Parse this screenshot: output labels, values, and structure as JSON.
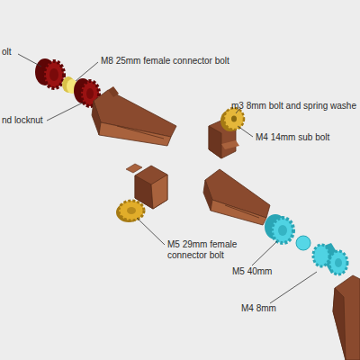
{
  "diagram": {
    "labels": [
      "olt",
      "M8 25mm female connector bolt",
      "nd locknut",
      "m3 8mm bolt and spring washe",
      "M4 14mm sub bolt",
      "M5 29mm female connector bolt",
      "M5 40mm",
      "M4 8mm"
    ]
  }
}
